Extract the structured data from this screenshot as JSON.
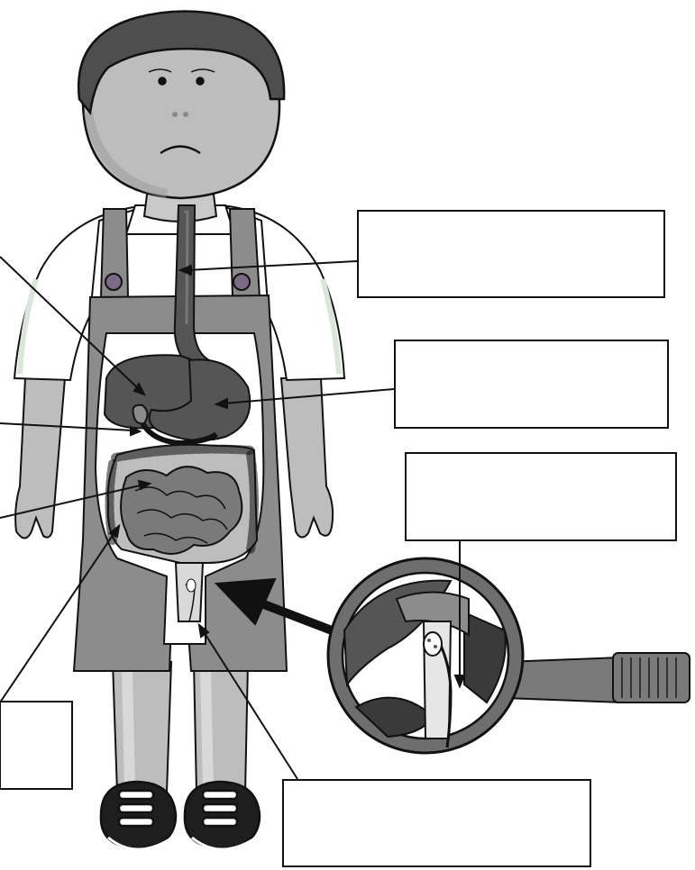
{
  "labels": [
    {
      "id": "esophagus",
      "text": ""
    },
    {
      "id": "stomach",
      "text": ""
    },
    {
      "id": "appendix",
      "text": ""
    },
    {
      "id": "large-intestine",
      "text": ""
    },
    {
      "id": "rectum-anus",
      "text": ""
    }
  ],
  "colors": {
    "outline": "#111111",
    "skin": "#bdbdbd",
    "hair": "#4e4e4e",
    "overalls": "#8c8c8c",
    "organ_dark": "#555555",
    "organ_mid": "#7a7a7a",
    "shirt": "#ffffff",
    "shirt_trim": "#d9e6d9",
    "label_box": "#ffffff"
  }
}
